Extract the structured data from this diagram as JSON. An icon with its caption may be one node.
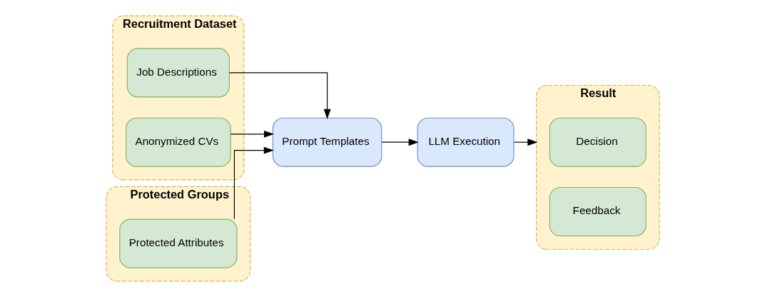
{
  "diagram": {
    "nodes": [
      {
        "text": [
          "Recruitment Dataset"
        ]
      },
      {
        "text": [
          "Job Descriptions"
        ],
        "in": 0
      },
      {
        "text": [
          "Anonymized CVs"
        ],
        "in": 0
      },
      {
        "text": [
          "Protected Groups"
        ]
      },
      {
        "text": [
          "Protected Attributes"
        ],
        "in": 3
      },
      {
        "text": [
          "Prompt Templates"
        ]
      },
      {
        "text": [
          "LLM Execution"
        ]
      },
      {
        "text": [
          "Result"
        ]
      },
      {
        "text": [
          "Decision"
        ],
        "in": 7
      },
      {
        "text": [
          "Feedback"
        ],
        "in": 7
      }
    ],
    "edges": [
      {
        "from": 1,
        "to": 5,
        "arrow": "to"
      },
      {
        "from": 2,
        "to": 5,
        "arrow": "to"
      },
      {
        "from": 4,
        "to": 5,
        "arrow": "to"
      },
      {
        "from": 5,
        "to": 6,
        "arrow": "to"
      },
      {
        "from": 6,
        "to": 7,
        "arrow": "to"
      }
    ]
  }
}
